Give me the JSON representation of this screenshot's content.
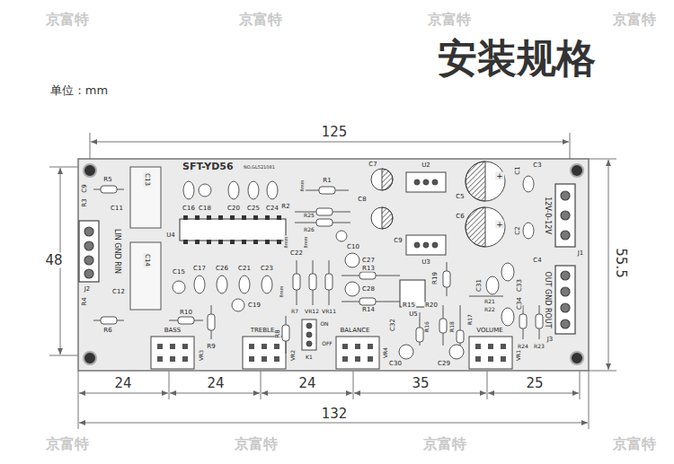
{
  "diagram": {
    "title": "安装规格",
    "nodes": [
      {
        "text": [
          "SFT-YD56",
          "NO.GL521081"
        ]
      }
    ],
    "labels": [
      "单位：mm",
      "125",
      "48",
      "55.5",
      "24",
      "24",
      "24",
      "35",
      "25",
      "132",
      "C13",
      "C14",
      "C16",
      "C18",
      "C20",
      "C25",
      "C24",
      "C9",
      "R5",
      "C11",
      "R3",
      "LIN GND RIN",
      "J2",
      "U4",
      "C15",
      "C17",
      "C26",
      "C21",
      "C23",
      "C19",
      "C12",
      "R4",
      "R6",
      "R10",
      "R9",
      "BASS",
      "VR3",
      "TREBLE",
      "VR2",
      "R8",
      "R7",
      "VR12",
      "VR11",
      "ON",
      "OFF",
      "K1",
      "BALANCE",
      "VR4",
      "VOLUME",
      "VR1",
      "R1",
      "R2",
      "R25",
      "R26",
      "C8",
      "C7",
      "C10",
      "C9",
      "C22",
      "C27",
      "R13",
      "C28",
      "R14",
      "U2",
      "U3",
      "U5",
      "R19",
      "C5",
      "C6",
      "+",
      "+",
      "C1",
      "C3",
      "C2",
      "C4",
      "12V-0-12V",
      "J1",
      "C31",
      "R21",
      "R22",
      "C33",
      "C34",
      "OUT GND ROUT",
      "J3",
      "R24",
      "R23",
      "C32",
      "R15",
      "R20",
      "R17",
      "R18",
      "R16",
      "C30",
      "C29",
      "8mm",
      "8mm",
      "8mm",
      "8mm",
      "京富特",
      "京富特",
      "京富特",
      "京富特",
      "京富特",
      "京富特",
      "京富特",
      "京富特"
    ]
  }
}
